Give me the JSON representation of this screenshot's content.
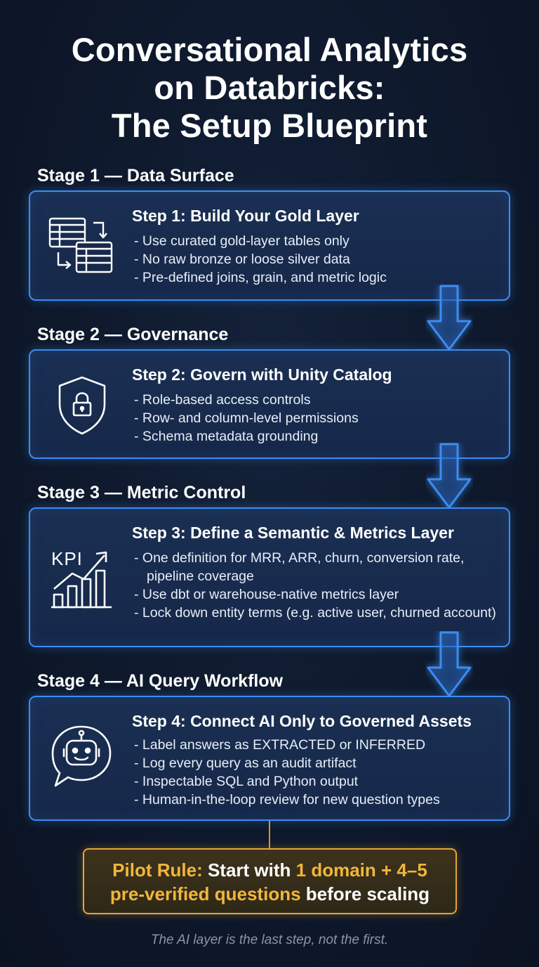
{
  "title": {
    "line1": "Conversational Analytics",
    "line2": "on Databricks:",
    "line3": "The Setup Blueprint"
  },
  "stages": [
    {
      "heading": "Stage 1 — Data Surface",
      "step_title": "Step 1: Build Your Gold Layer",
      "icon": "data-tables-icon",
      "bullets": [
        "Use curated gold-layer tables only",
        "No raw bronze or loose silver data",
        "Pre-defined joins, grain, and metric logic"
      ]
    },
    {
      "heading": "Stage 2 — Governance",
      "step_title": "Step 2: Govern with Unity Catalog",
      "icon": "shield-lock-icon",
      "bullets": [
        "Role-based access controls",
        "Row- and column-level permissions",
        "Schema metadata grounding"
      ]
    },
    {
      "heading": "Stage 3 — Metric Control",
      "step_title": "Step 3: Define a Semantic & Metrics Layer",
      "icon": "kpi-chart-icon",
      "icon_label": "KPI",
      "bullets": [
        "One definition for MRR, ARR, churn, conversion rate, pipeline coverage",
        "Use dbt or warehouse-native metrics layer",
        "Lock down entity terms (e.g. active user, churned account)"
      ]
    },
    {
      "heading": "Stage 4 — AI Query Workflow",
      "step_title": "Step 4: Connect AI Only to Governed Assets",
      "icon": "robot-chat-icon",
      "bullets": [
        "Label answers as EXTRACTED or INFERRED",
        "Log every query as an audit artifact",
        "Inspectable SQL and Python output",
        "Human-in-the-loop review for new question types"
      ]
    }
  ],
  "pilot": {
    "label": "Pilot Rule:",
    "text1": "Start with",
    "highlight1": "1 domain + 4–5",
    "highlight2": "pre-verified questions",
    "text2": "before scaling"
  },
  "footer": "The AI layer is the last step, not the first.",
  "colors": {
    "accent_blue": "#3d8df0",
    "accent_gold": "#f2b63a",
    "background": "#0f1a2e"
  }
}
